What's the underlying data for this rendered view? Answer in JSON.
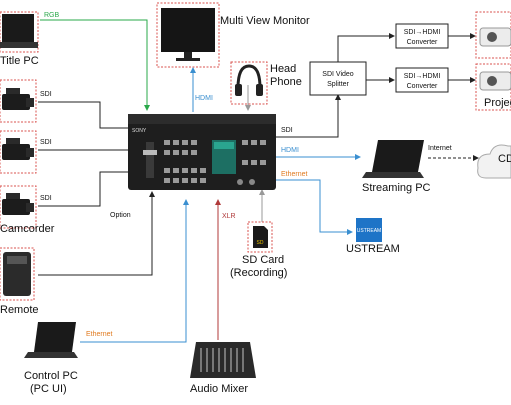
{
  "devices": {
    "title_pc": "Title PC",
    "multi_view_monitor": "Multi View Monitor",
    "head_phone_line1": "Head",
    "head_phone_line2": "Phone",
    "camcorder": "Camcorder",
    "remote": "Remote",
    "sdi_video_splitter_line1": "SDI Video",
    "sdi_video_splitter_line2": "Splitter",
    "converter_line1": "SDI→HDMI",
    "converter_line2": "Converter",
    "projector": "Projector",
    "streaming_pc": "Streaming PC",
    "cdn": "CDN",
    "ustream_logo": "USTREAM",
    "ustream": "USTREAM",
    "sd_card_line1": "SD Card",
    "sd_card_line2": "(Recording)",
    "sd_card_icon": "SD",
    "control_pc_line1": "Control PC",
    "control_pc_line2": "(PC UI)",
    "audio_mixer": "Audio Mixer",
    "switcher_brand": "SONY"
  },
  "connections": {
    "rgb": "RGB",
    "hdmi_monitor": "HDMI",
    "sdi_cam1": "SDI",
    "sdi_cam2": "SDI",
    "sdi_cam3": "SDI",
    "sdi_out": "SDI",
    "hdmi_stream": "HDMI",
    "ethernet_stream": "Ethernet",
    "internet": "Internet",
    "option": "Option",
    "xlr": "XLR",
    "ethernet_control": "Ethernet"
  },
  "colors": {
    "rgb_line": "#2aa84a",
    "hdmi_line": "#3a8fd0",
    "ethernet_line": "#e07a1f",
    "xlr_line": "#b03a3a",
    "sdi_line": "#222222",
    "frame_dashed": "#d9534f"
  }
}
